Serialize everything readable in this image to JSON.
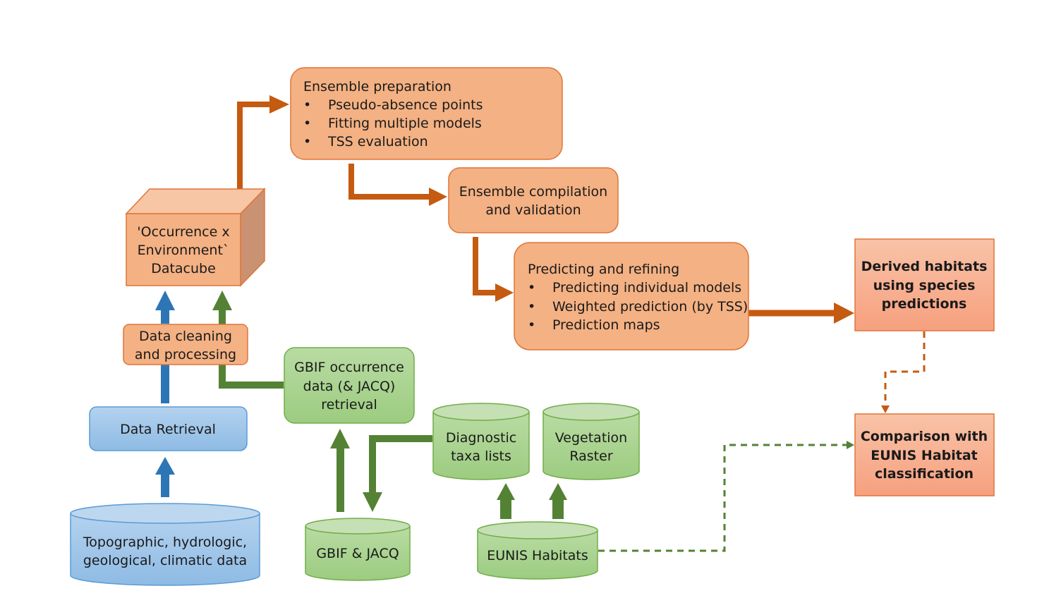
{
  "nodes": {
    "ensemble_prep": {
      "title": "Ensemble preparation",
      "bullets": [
        "Pseudo-absence points",
        "Fitting multiple models",
        "TSS evaluation"
      ]
    },
    "ensemble_comp": {
      "lines": [
        "Ensemble compilation",
        "and validation"
      ]
    },
    "predicting": {
      "title": "Predicting and refining",
      "bullets": [
        "Predicting individual models",
        "Weighted prediction (by TSS)",
        "Prediction maps"
      ]
    },
    "derived": {
      "lines": [
        "Derived habitats",
        "using species",
        "predictions"
      ]
    },
    "comparison": {
      "lines": [
        "Comparison with",
        "EUNIS Habitat",
        "classification"
      ]
    },
    "datacube": {
      "lines": [
        "'Occurrence x",
        "Environment`",
        "Datacube"
      ]
    },
    "cleaning": {
      "lines": [
        "Data cleaning",
        "and processing"
      ]
    },
    "retrieval": {
      "lines": [
        "Data Retrieval"
      ]
    },
    "topo": {
      "lines": [
        "Topographic, hydrologic,",
        "geological, climatic data"
      ]
    },
    "gbif_retrieval": {
      "lines": [
        "GBIF occurrence",
        "data (& JACQ)",
        "retrieval"
      ]
    },
    "gbif_jacq": {
      "lines": [
        "GBIF & JACQ"
      ]
    },
    "diagnostic": {
      "lines": [
        "Diagnostic",
        "taxa lists"
      ]
    },
    "vegetation": {
      "lines": [
        "Vegetation",
        "Raster"
      ]
    },
    "eunis": {
      "lines": [
        "EUNIS Habitats"
      ]
    }
  },
  "bullet_char": "•",
  "colors": {
    "orange_fill": "#f4b183",
    "orange_stroke": "#e0753a",
    "orange_arrow": "#c55a11",
    "salmon_fill": "#f8a987",
    "green_fill": "#a9d18e",
    "green_top": "#c5e0b4",
    "green_stroke": "#70ad47",
    "green_arrow": "#548235",
    "blue_fill": "#9dc3e6",
    "blue_stroke": "#5b9bd5",
    "blue_arrow": "#2e75b6",
    "cube_side": "#c99272",
    "cube_top": "#f7c6a4"
  }
}
